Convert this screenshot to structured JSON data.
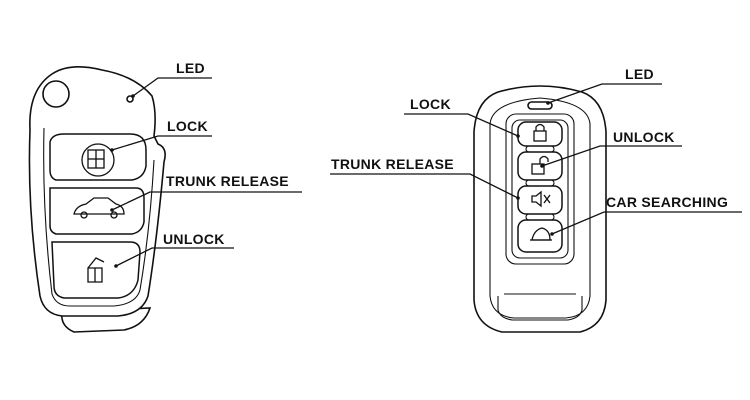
{
  "left_remote": {
    "labels": {
      "led": "LED",
      "lock": "LOCK",
      "trunk_release": "TRUNK RELEASE",
      "unlock": "UNLOCK"
    }
  },
  "right_remote": {
    "labels": {
      "led": "LED",
      "lock": "LOCK",
      "unlock": "UNLOCK",
      "trunk_release": "TRUNK RELEASE",
      "car_searching": "CAR SEARCHING"
    }
  },
  "colors": {
    "ink": "#111111",
    "background": "#ffffff"
  },
  "icons": [
    "lock-icon",
    "trunk-car-icon",
    "unlock-icon",
    "padlock-icon",
    "open-padlock-icon",
    "mute-icon",
    "car-search-icon"
  ]
}
